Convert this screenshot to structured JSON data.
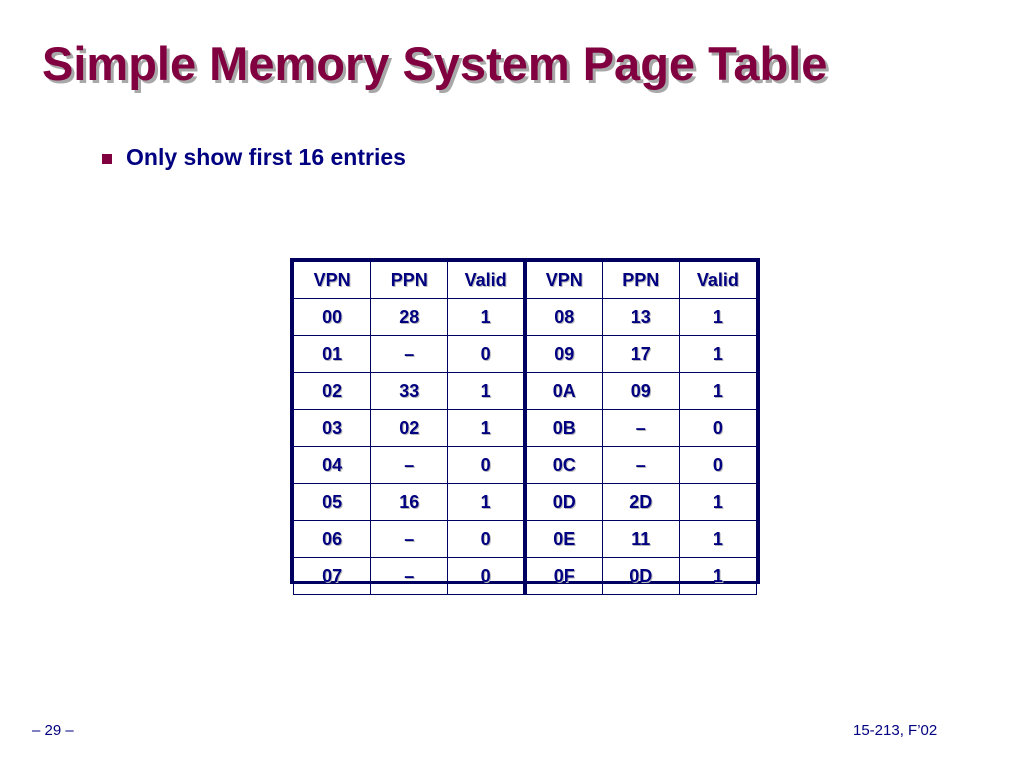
{
  "slide": {
    "title": "Simple Memory System Page Table",
    "bullet": "Only show first 16 entries",
    "footer_left": "– 29 –",
    "footer_right": "15-213, F’02"
  },
  "table": {
    "headers": [
      "VPN",
      "PPN",
      "Valid",
      "VPN",
      "PPN",
      "Valid"
    ],
    "rows": [
      [
        "00",
        "28",
        "1",
        "08",
        "13",
        "1"
      ],
      [
        "01",
        "–",
        "0",
        "09",
        "17",
        "1"
      ],
      [
        "02",
        "33",
        "1",
        "0A",
        "09",
        "1"
      ],
      [
        "03",
        "02",
        "1",
        "0B",
        "–",
        "0"
      ],
      [
        "04",
        "–",
        "0",
        "0C",
        "–",
        "0"
      ],
      [
        "05",
        "16",
        "1",
        "0D",
        "2D",
        "1"
      ],
      [
        "06",
        "–",
        "0",
        "0E",
        "11",
        "1"
      ],
      [
        "07",
        "–",
        "0",
        "0F",
        "0D",
        "1"
      ]
    ]
  },
  "colors": {
    "title": "#800040",
    "text": "#000080",
    "border": "#000060",
    "bullet": "#800040"
  }
}
